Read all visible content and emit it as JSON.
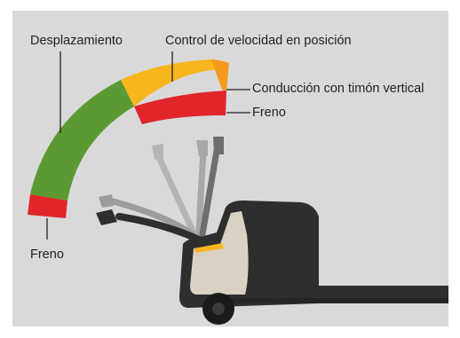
{
  "labels": {
    "desplazamiento": "Desplazamiento",
    "control_velocidad": "Control de velocidad en posición",
    "conduccion_timon": "Conducción con timón vertical",
    "freno_top": "Freno",
    "freno_bottom": "Freno"
  },
  "colors": {
    "background": "#d9d9da",
    "travel_zone": "#5b9a33",
    "brake_zone": "#e0252b",
    "speed_control_zone": "#f7b51e",
    "vertical_tiller_zone": "#f59b1c",
    "truck_body": "#2f2e2d",
    "truck_cover": "#d9d2c3",
    "tiller_ghost": "#9c9c9c"
  }
}
